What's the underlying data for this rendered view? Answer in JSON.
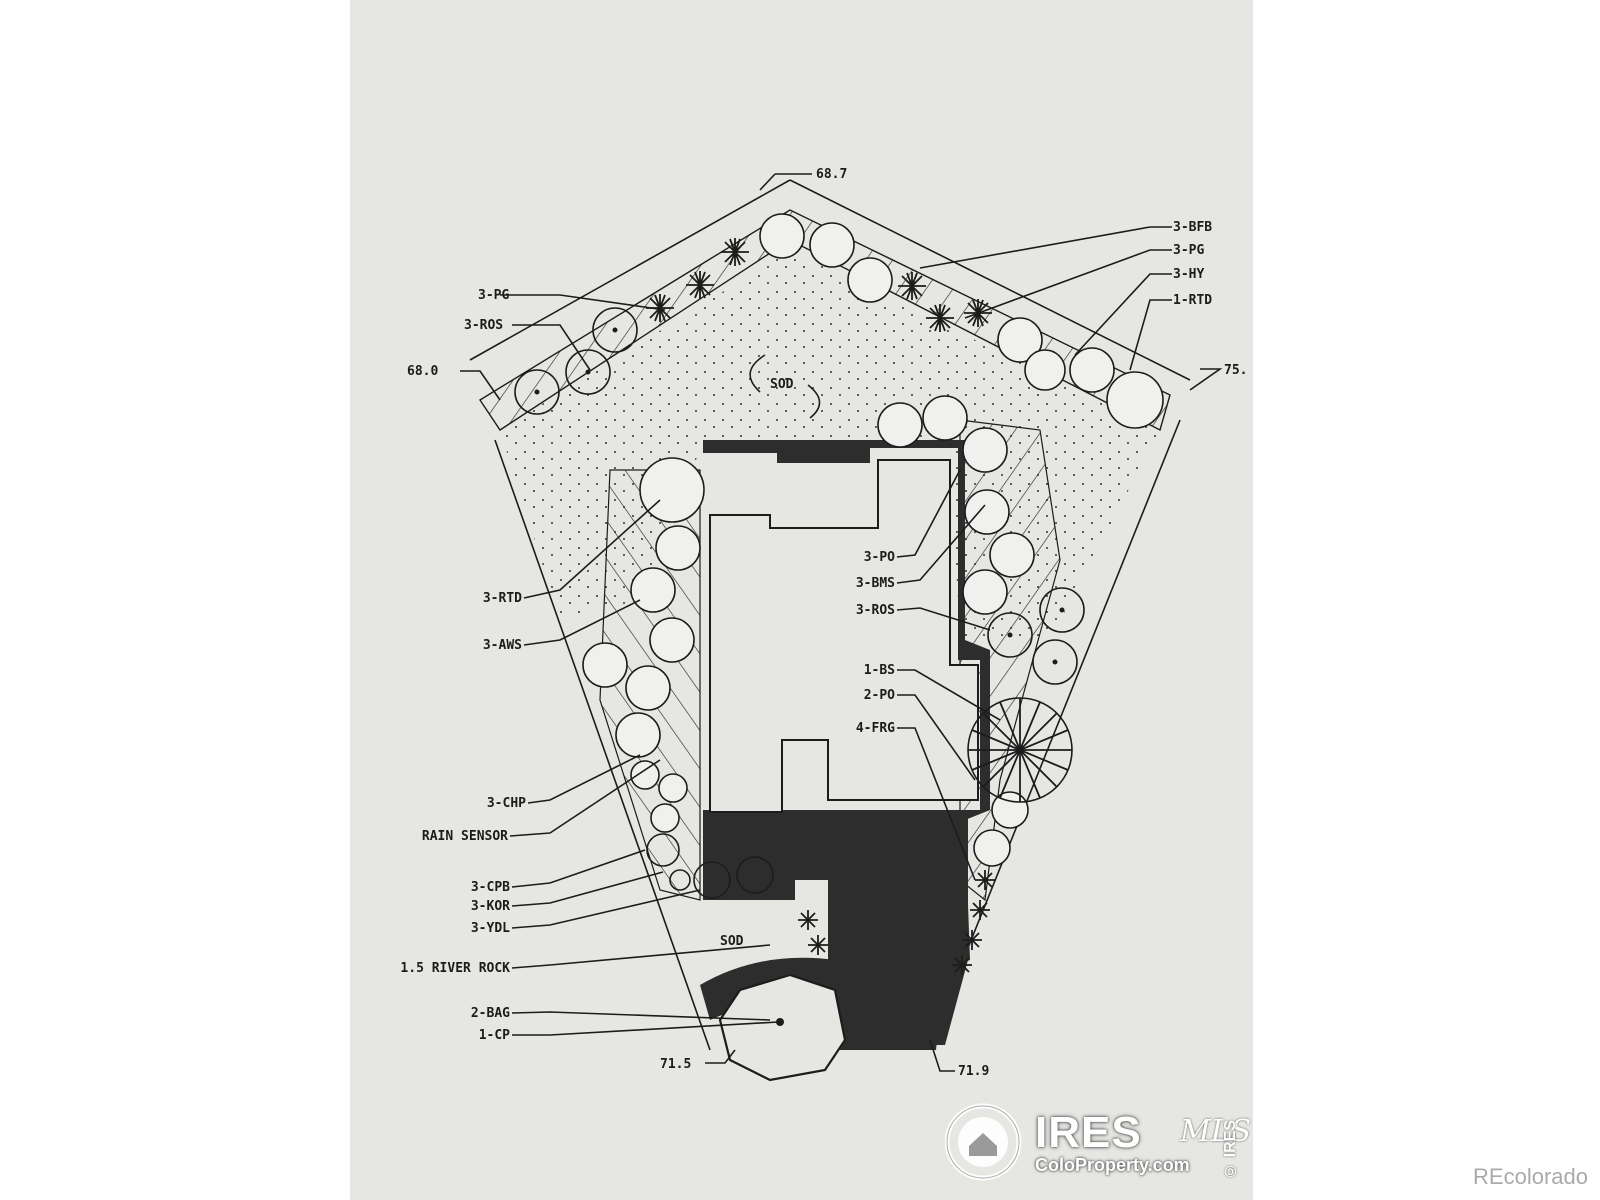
{
  "plan": {
    "elevations": {
      "top": "68.7",
      "left": "68.0",
      "right": "75.",
      "bottom_left": "71.5",
      "bottom_right": "71.9"
    },
    "area_labels": {
      "sod_main": "SOD",
      "sod_front": "SOD"
    },
    "right_top_labels": [
      "3-BFB",
      "3-PG",
      "3-HY",
      "1-RTD"
    ],
    "left_top_labels": [
      "3-PG",
      "3-ROS"
    ],
    "left_labels": [
      "3-RTD",
      "3-AWS",
      "3-CHP",
      "RAIN SENSOR",
      "3-CPB",
      "3-KOR",
      "3-YDL",
      "1.5 RIVER ROCK",
      "2-BAG",
      "1-CP"
    ],
    "inner_labels": [
      "3-PO",
      "3-BMS",
      "3-ROS",
      "1-BS",
      "2-PO",
      "4-FRG"
    ]
  },
  "watermark": {
    "brand": "IRES",
    "brand_suffix": "MLS",
    "website": "ColoProperty.com",
    "side_text": "© IRES",
    "source": "REcolorado"
  },
  "colors": {
    "paper": "#e6e6e3",
    "ink": "#1c1c1c",
    "fill_dark": "#2d2d2d"
  }
}
